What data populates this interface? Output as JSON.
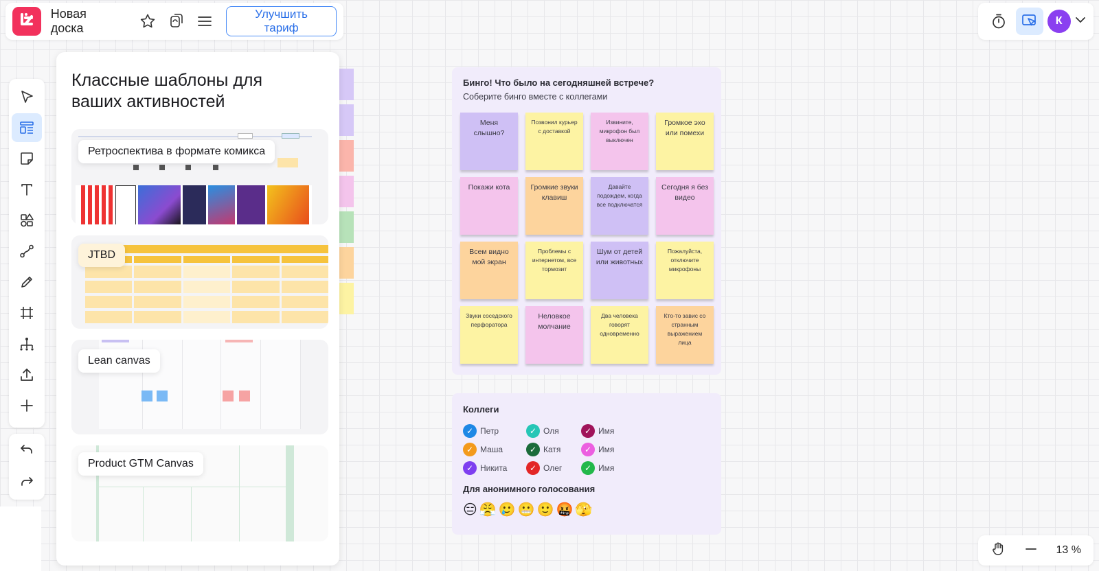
{
  "header": {
    "board_title": "Новая доска",
    "upgrade_label": "Улучшить тариф",
    "icons": [
      "logo-icon",
      "star-icon",
      "share-refresh-icon",
      "menu-icon"
    ]
  },
  "topright": {
    "avatar_letter": "К",
    "icons": [
      "timer-icon",
      "presentation-cursor-icon",
      "chevron-down-icon"
    ]
  },
  "toolbar": {
    "icons": [
      "select-cursor-icon",
      "templates-icon",
      "sticky-note-icon",
      "text-icon",
      "shapes-icon",
      "connector-icon",
      "pen-icon",
      "frame-icon",
      "mindmap-icon",
      "upload-icon",
      "plus-icon"
    ],
    "history_icons": [
      "undo-icon",
      "redo-icon"
    ],
    "active_index": 1
  },
  "templates_panel": {
    "title": "Классные шаблоны для\nваших активностей",
    "items": [
      {
        "label": "Ретроспектива в формате комикса"
      },
      {
        "label": "JTBD"
      },
      {
        "label": "Lean canvas"
      },
      {
        "label": "Product GTM Canvas"
      }
    ]
  },
  "colors": {
    "purple": "#cfc0f5",
    "yellow": "#fdf3a3",
    "pink": "#f4c4ec",
    "orange": "#fdd49d",
    "brand": "#f2315c",
    "accent": "#4a8cf7"
  },
  "bingo": {
    "title": "Бинго! Что было на сегодняшней встрече?",
    "subtitle": "Соберите бинго вместе с коллегами",
    "stickies": [
      {
        "text": "Меня слышно?",
        "color": "#cfc0f5",
        "size": "normal"
      },
      {
        "text": "Позвонил курьер с доставкой",
        "color": "#fdf3a3",
        "size": "small"
      },
      {
        "text": "Извините, микрофон был выключен",
        "color": "#f4c4ec",
        "size": "small"
      },
      {
        "text": "Громкое эхо или помехи",
        "color": "#fdf3a3",
        "size": "normal"
      },
      {
        "text": "Покажи кота",
        "color": "#f4c4ec",
        "size": "normal"
      },
      {
        "text": "Громкие звуки клавиш",
        "color": "#fdd49d",
        "size": "normal"
      },
      {
        "text": "Давайте подождем, когда все подключатся",
        "color": "#cfc0f5",
        "size": "small"
      },
      {
        "text": "Сегодня я без видео",
        "color": "#f4c4ec",
        "size": "normal"
      },
      {
        "text": "Всем видно мой экран",
        "color": "#fdd49d",
        "size": "normal"
      },
      {
        "text": "Проблемы с интернетом, все тормозит",
        "color": "#fdf3a3",
        "size": "small"
      },
      {
        "text": "Шум от детей или животных",
        "color": "#cfc0f5",
        "size": "normal"
      },
      {
        "text": "Пожалуйста, отключите микрофоны",
        "color": "#fdf3a3",
        "size": "small"
      },
      {
        "text": "Звуки соседского перфоратора",
        "color": "#fdf3a3",
        "size": "small"
      },
      {
        "text": "Неловкое молчание",
        "color": "#f4c4ec",
        "size": "normal"
      },
      {
        "text": "Два человека говорят одновременно",
        "color": "#fdf3a3",
        "size": "small"
      },
      {
        "text": "Кто-то завис со странным выражением лица",
        "color": "#fdd49d",
        "size": "small"
      }
    ]
  },
  "colleagues": {
    "title": "Коллеги",
    "people": [
      {
        "name": "Петр",
        "color": "#1e88e5"
      },
      {
        "name": "Оля",
        "color": "#26c6b6"
      },
      {
        "name": "Имя",
        "color": "#a0145a"
      },
      {
        "name": "Маша",
        "color": "#f39a1c"
      },
      {
        "name": "Катя",
        "color": "#1b6b3a"
      },
      {
        "name": "Имя",
        "color": "#ec5fe0"
      },
      {
        "name": "Никита",
        "color": "#7e3ff0"
      },
      {
        "name": "Олег",
        "color": "#e32626"
      },
      {
        "name": "Имя",
        "color": "#22b84a"
      }
    ],
    "vote_title": "Для анонимного голосования",
    "emojis": [
      "😑",
      "😤",
      "🥲",
      "😬",
      "🙂",
      "🤬",
      "🫣"
    ]
  },
  "zoom": {
    "value": "13 %",
    "icons": [
      "hand-icon",
      "zoom-out-icon"
    ]
  }
}
